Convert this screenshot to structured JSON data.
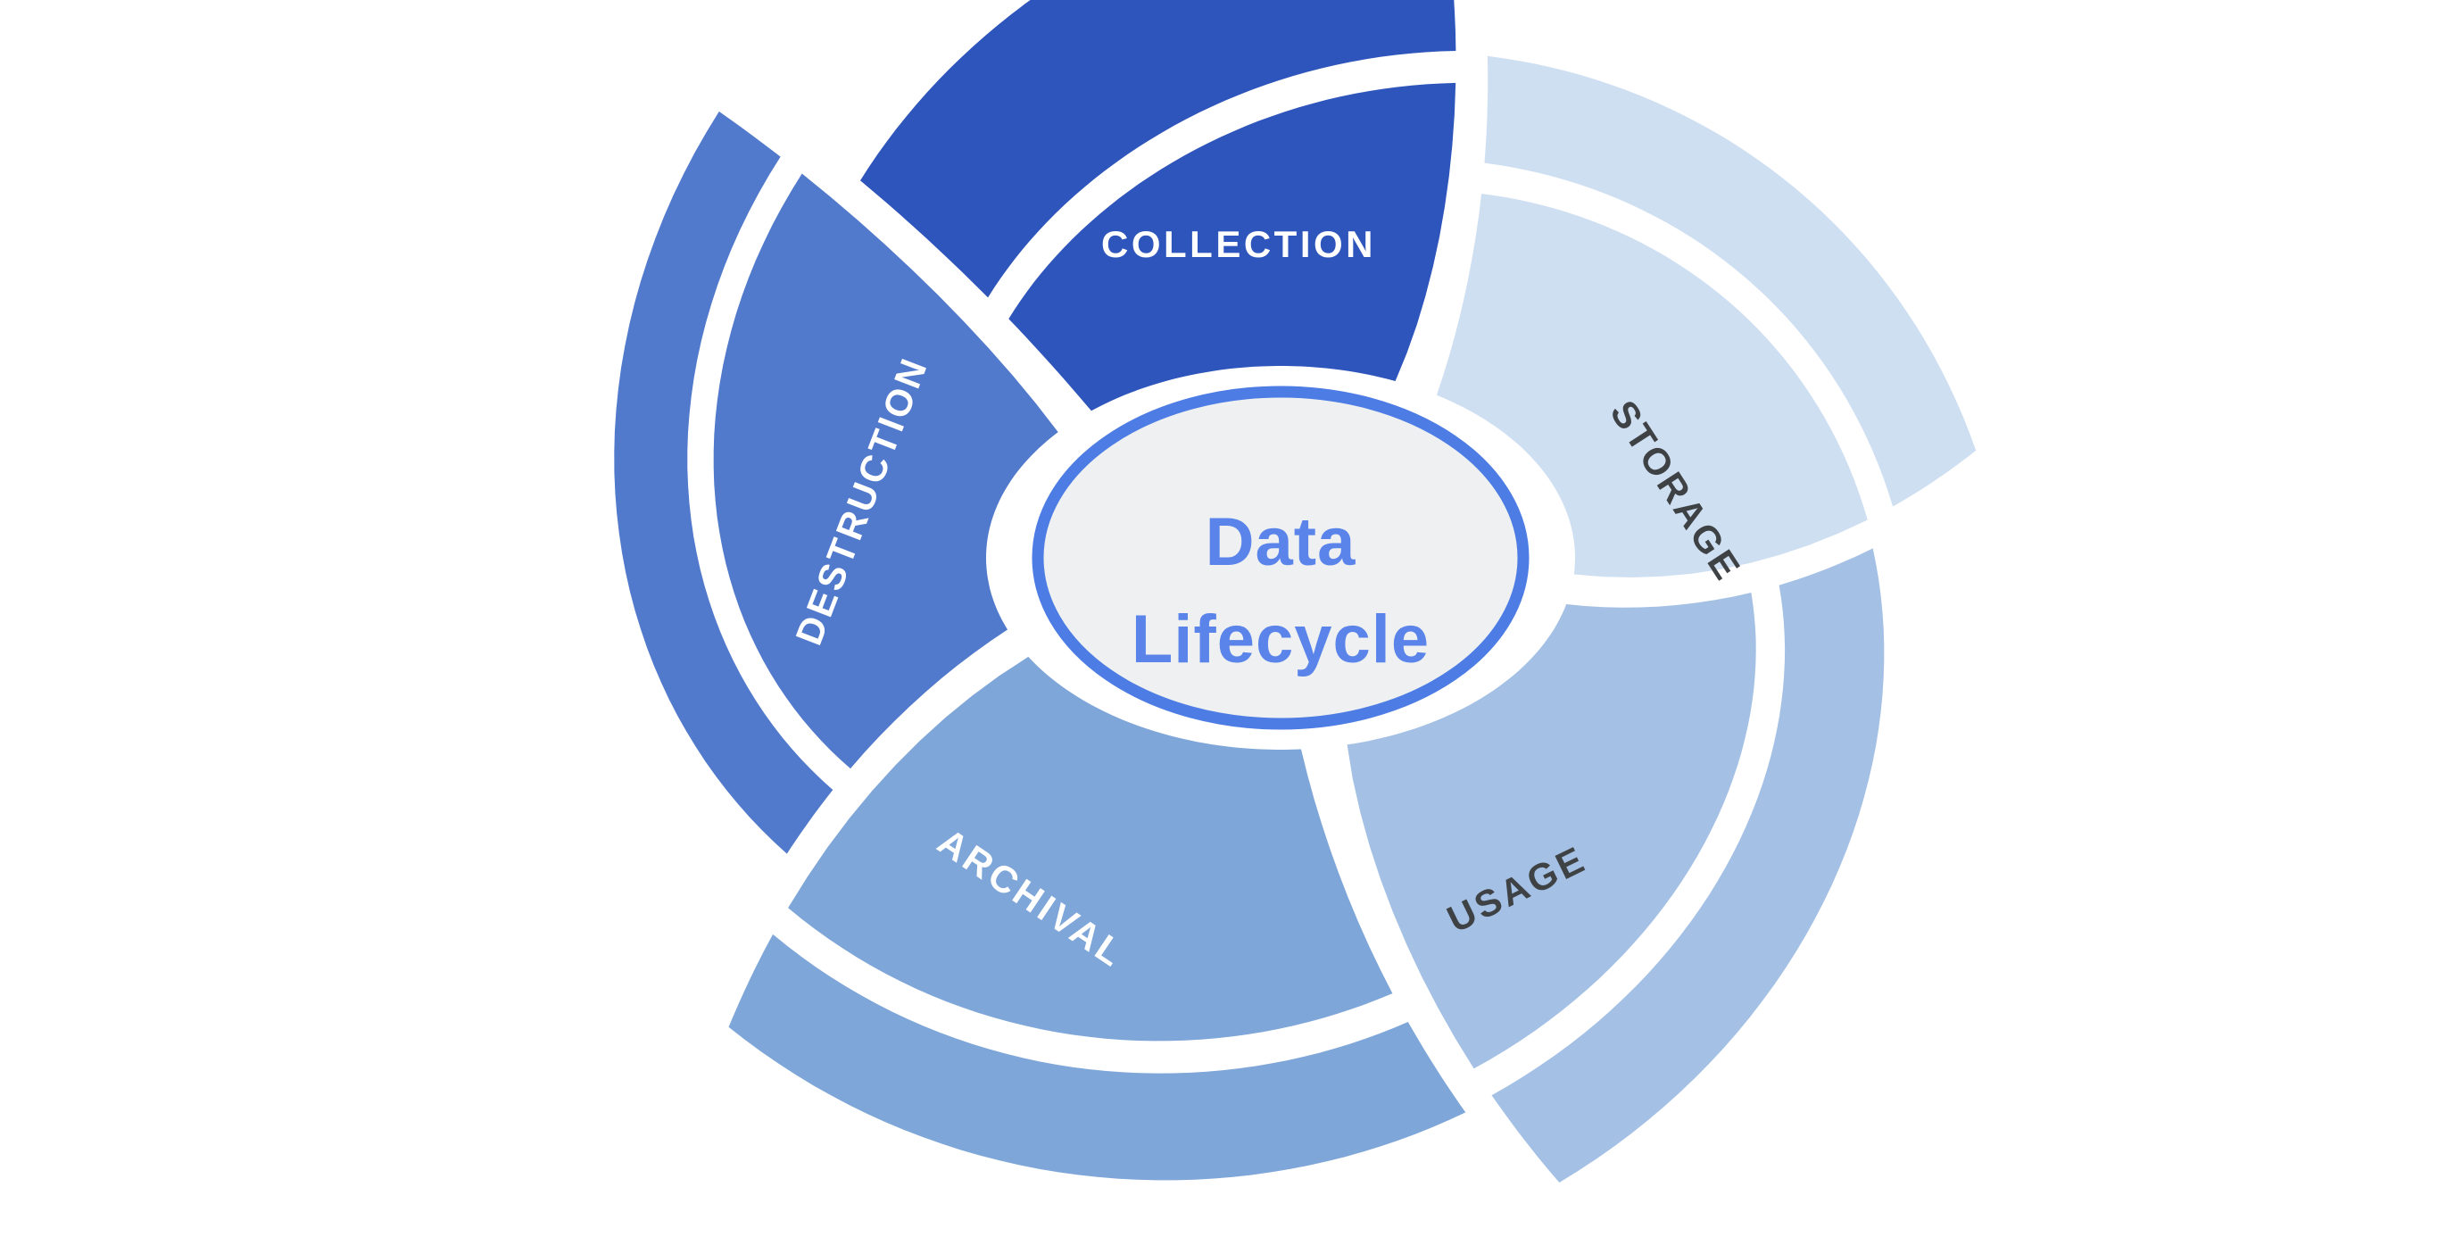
{
  "diagram": {
    "title": {
      "line1": "Data",
      "line2": "Lifecycle"
    },
    "stages": [
      {
        "id": "collection",
        "label": "COLLECTION",
        "color": "#2e55bb",
        "label_color": "#ffffff"
      },
      {
        "id": "storage",
        "label": "STORAGE",
        "color": "#cfdff2",
        "label_color": "#3f4245"
      },
      {
        "id": "usage",
        "label": "USAGE",
        "color": "#a4c1e5",
        "label_color": "#3f4245"
      },
      {
        "id": "archival",
        "label": "ARCHIVAL",
        "color": "#7ea6d8",
        "label_color": "#ffffff"
      },
      {
        "id": "destruction",
        "label": "DESTRUCTION",
        "color": "#527acc",
        "label_color": "#ffffff"
      }
    ],
    "center": {
      "disc_color": "#eef0f1",
      "ring_color": "#4c7ce4",
      "title_color": "#5b84ea"
    },
    "background_color": "#ffffff",
    "separator_color": "#ffffff"
  }
}
